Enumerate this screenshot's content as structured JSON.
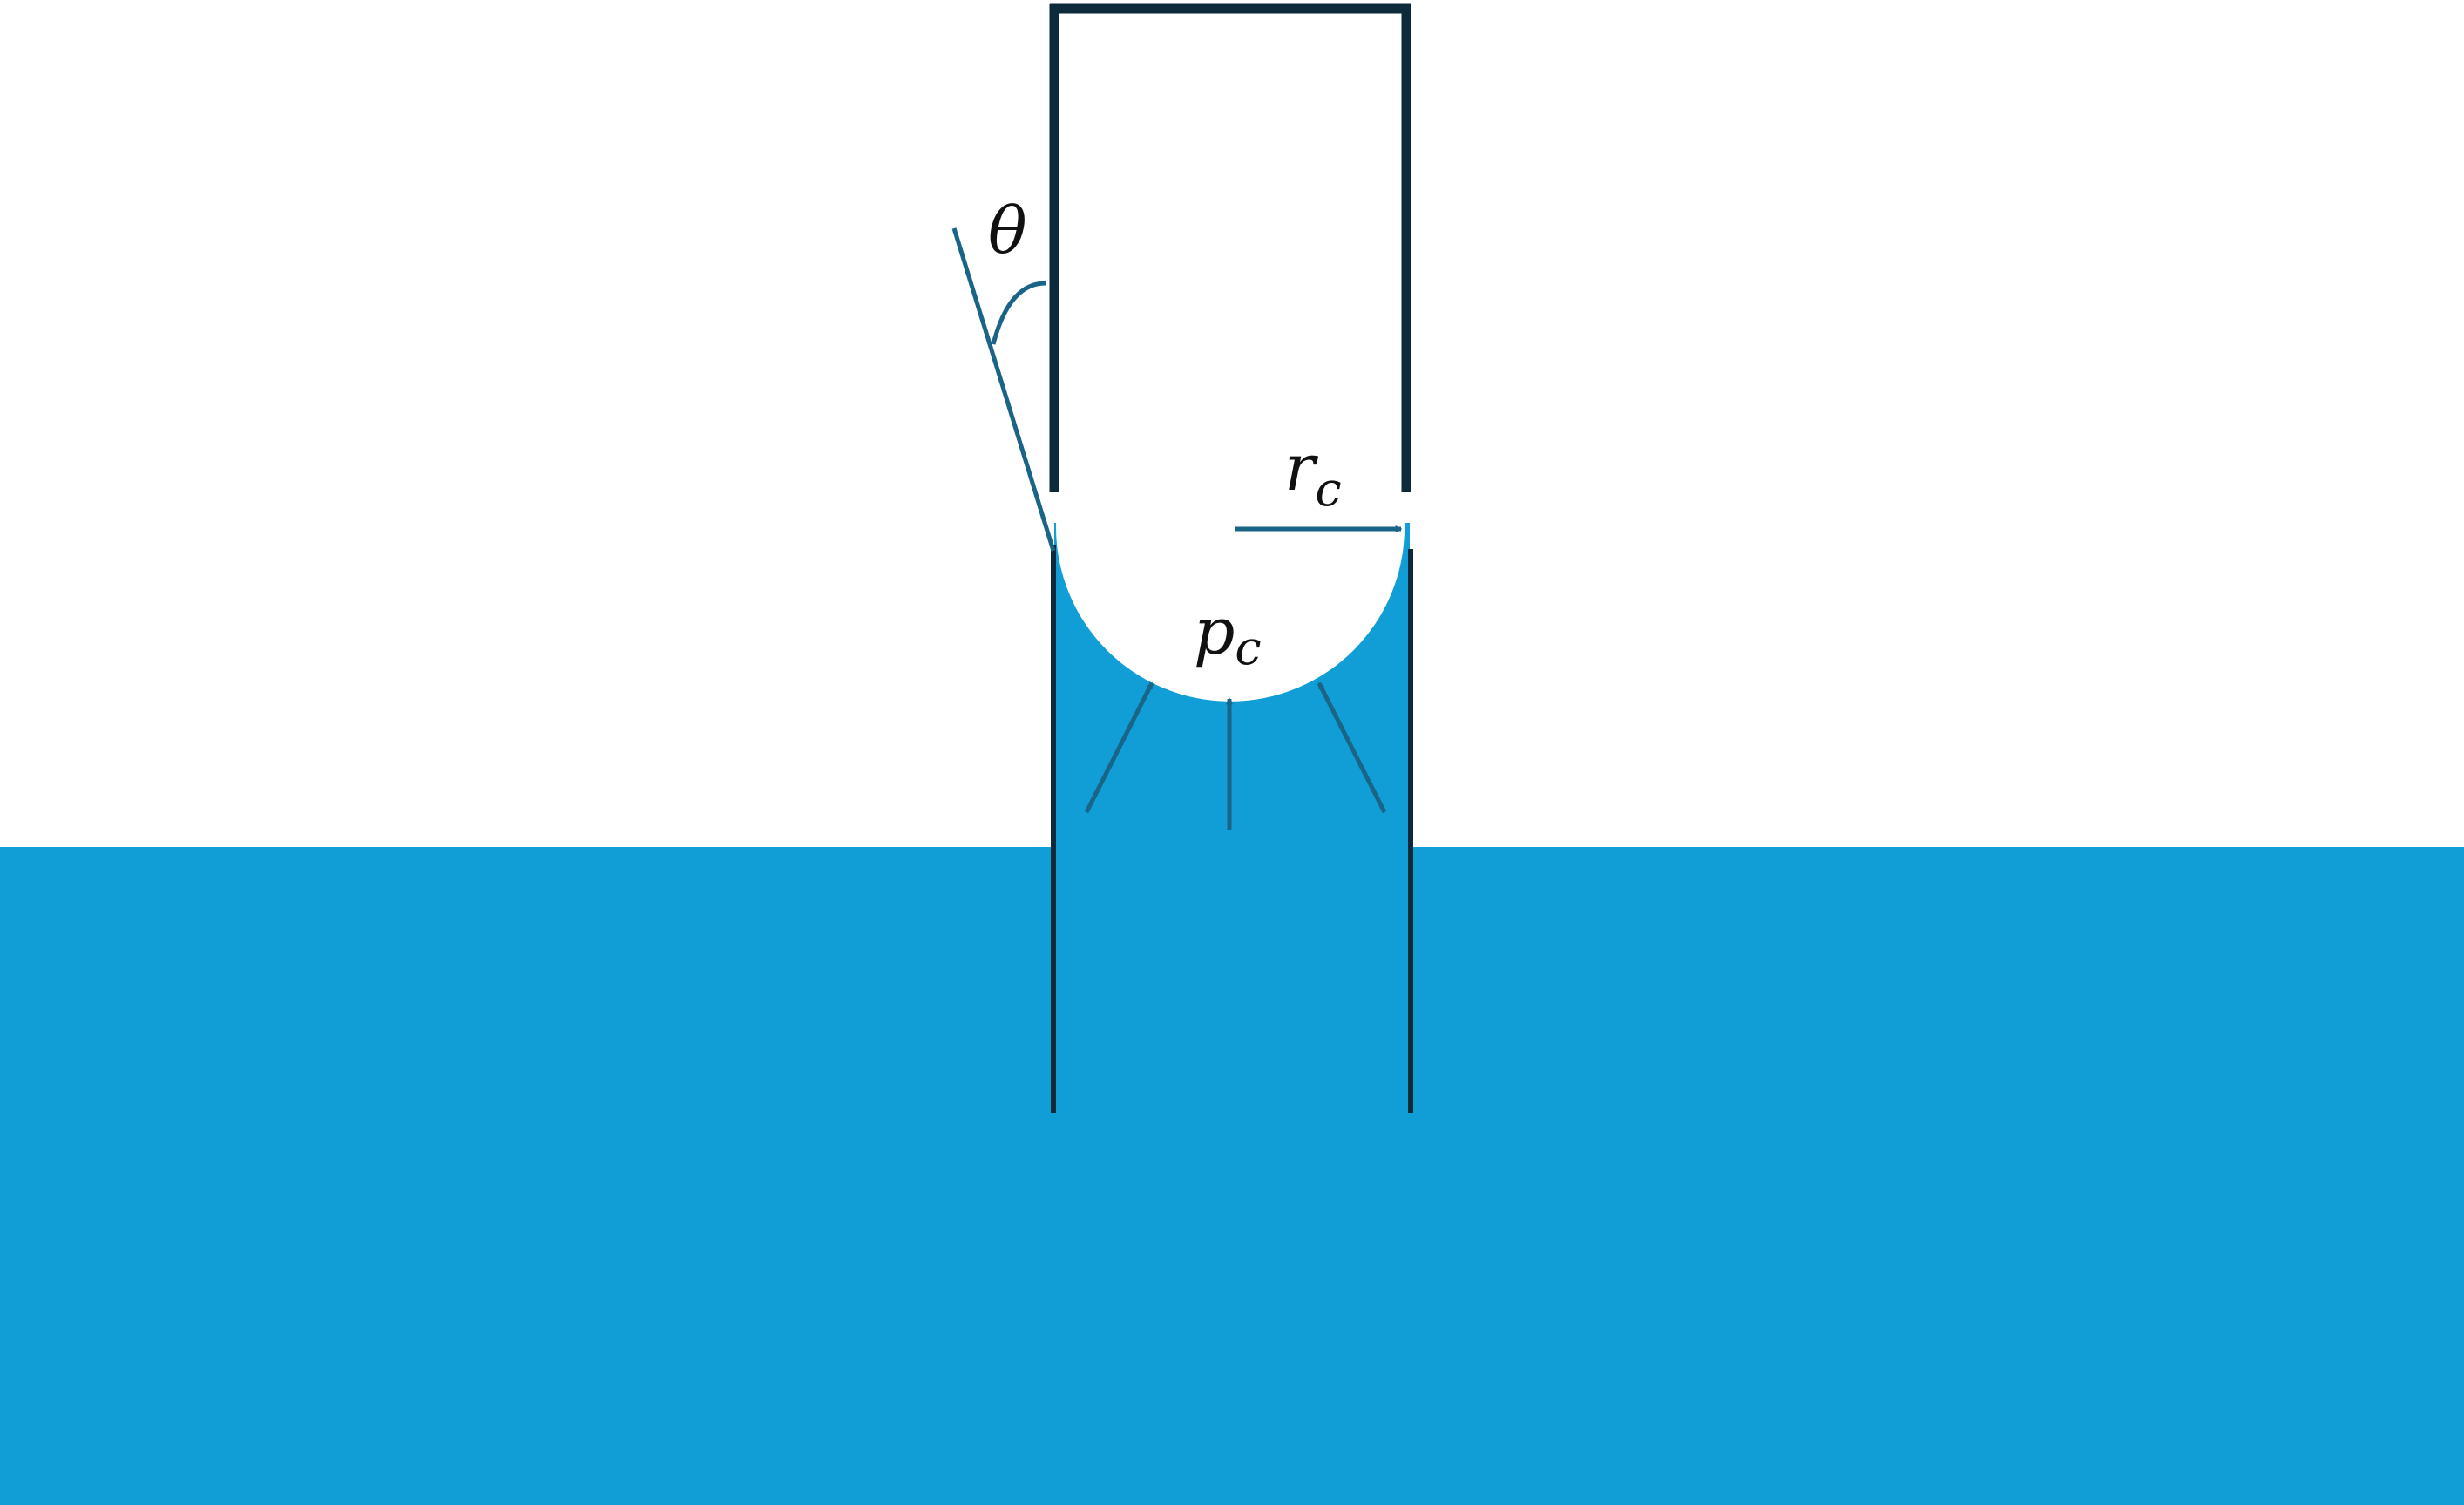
{
  "diagram": {
    "labels": {
      "contact_angle": "θ",
      "radius_symbol": "r",
      "radius_subscript": "c",
      "pressure_symbol": "p",
      "pressure_subscript": "c"
    },
    "colors": {
      "background": "#ffffff",
      "liquid": "#119ed6",
      "tube_wall": "#0d2a3b",
      "annotation": "#1a6488",
      "label_text": "#111111"
    },
    "annotations": [
      "contact-angle-tangent-line",
      "contact-angle-arc",
      "radius-arrow",
      "pressure-arrows"
    ]
  }
}
